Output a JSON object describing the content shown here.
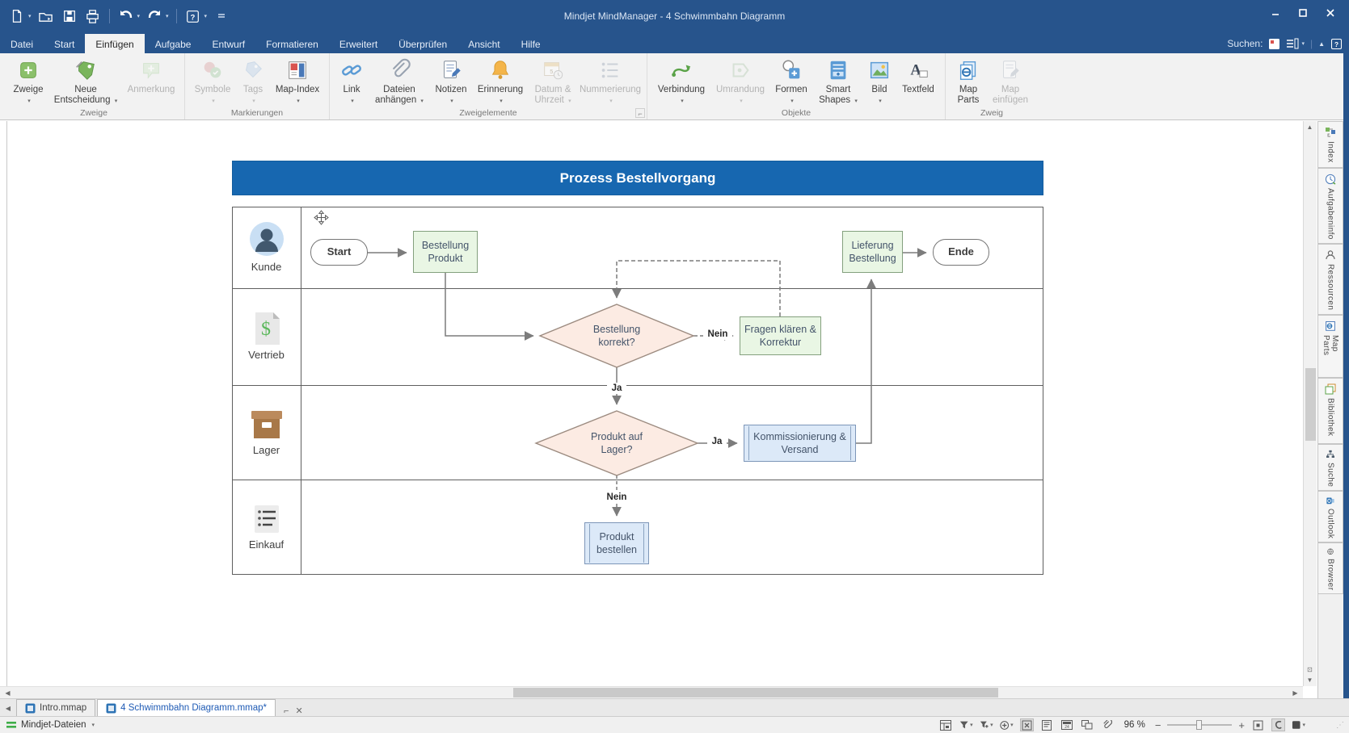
{
  "titlebar": {
    "title": "Mindjet MindManager - 4 Schwimmbahn Diagramm"
  },
  "menubar": {
    "tabs": [
      {
        "label": "Datei",
        "active": false
      },
      {
        "label": "Start",
        "active": false
      },
      {
        "label": "Einfügen",
        "active": true
      },
      {
        "label": "Aufgabe",
        "active": false
      },
      {
        "label": "Entwurf",
        "active": false
      },
      {
        "label": "Formatieren",
        "active": false
      },
      {
        "label": "Erweitert",
        "active": false
      },
      {
        "label": "Überprüfen",
        "active": false
      },
      {
        "label": "Ansicht",
        "active": false
      },
      {
        "label": "Hilfe",
        "active": false
      }
    ],
    "search_label": "Suchen:"
  },
  "ribbon": {
    "groups": [
      {
        "label": "Zweige",
        "buttons": [
          {
            "label": "Zweige",
            "icon": "branch-add-icon",
            "arrow": true,
            "disabled": false
          },
          {
            "label": "Neue Entscheidung",
            "icon": "new-decision-icon",
            "arrow": true,
            "disabled": false
          },
          {
            "label": "Anmerkung",
            "icon": "annotation-icon",
            "arrow": false,
            "disabled": true
          }
        ]
      },
      {
        "label": "Markierungen",
        "buttons": [
          {
            "label": "Symbole",
            "icon": "symbols-icon",
            "arrow": true,
            "disabled": true
          },
          {
            "label": "Tags",
            "icon": "tags-icon",
            "arrow": true,
            "disabled": true
          },
          {
            "label": "Map-Index",
            "icon": "map-index-icon",
            "arrow": true,
            "disabled": false
          }
        ]
      },
      {
        "label": "Zweigelemente",
        "buttons": [
          {
            "label": "Link",
            "icon": "link-icon",
            "arrow": true,
            "disabled": false
          },
          {
            "label": "Dateien anhängen",
            "icon": "attach-files-icon",
            "arrow": true,
            "disabled": false
          },
          {
            "label": "Notizen",
            "icon": "notes-icon",
            "arrow": true,
            "disabled": false
          },
          {
            "label": "Erinnerung",
            "icon": "reminder-icon",
            "arrow": true,
            "disabled": false
          },
          {
            "label": "Datum & Uhrzeit",
            "icon": "date-time-icon",
            "arrow": true,
            "disabled": true
          },
          {
            "label": "Nummerierung",
            "icon": "numbering-icon",
            "arrow": true,
            "disabled": true
          }
        ]
      },
      {
        "label": "Objekte",
        "buttons": [
          {
            "label": "Verbindung",
            "icon": "connection-icon",
            "arrow": true,
            "disabled": false
          },
          {
            "label": "Umrandung",
            "icon": "boundary-icon",
            "arrow": true,
            "disabled": true
          },
          {
            "label": "Formen",
            "icon": "shapes-icon",
            "arrow": true,
            "disabled": false
          },
          {
            "label": "Smart Shapes",
            "icon": "smart-shapes-icon",
            "arrow": true,
            "disabled": false
          },
          {
            "label": "Bild",
            "icon": "image-icon",
            "arrow": true,
            "disabled": false
          },
          {
            "label": "Textfeld",
            "icon": "text-field-icon",
            "arrow": false,
            "disabled": false
          }
        ]
      },
      {
        "label": "Zweig",
        "buttons": [
          {
            "label": "Map Parts",
            "icon": "map-parts-icon",
            "arrow": false,
            "disabled": false
          },
          {
            "label": "Map einfügen",
            "icon": "insert-map-icon",
            "arrow": false,
            "disabled": true
          }
        ]
      }
    ]
  },
  "diagram": {
    "title": "Prozess Bestellvorgang",
    "lanes": [
      {
        "label": "Kunde",
        "icon": "customer-avatar-icon"
      },
      {
        "label": "Vertrieb",
        "icon": "sales-document-icon"
      },
      {
        "label": "Lager",
        "icon": "warehouse-box-icon"
      },
      {
        "label": "Einkauf",
        "icon": "purchase-list-icon"
      }
    ],
    "nodes": {
      "start": {
        "label": "Start",
        "type": "terminator"
      },
      "bestellung_produkt": {
        "label": "Bestellung Produkt",
        "type": "process"
      },
      "bestellung_korrekt": {
        "label": "Bestellung korrekt?",
        "type": "decision"
      },
      "fragen_klaeren": {
        "label": "Fragen klären & Korrektur",
        "type": "process"
      },
      "produkt_auf_lager": {
        "label": "Produkt auf Lager?",
        "type": "decision"
      },
      "kommissionierung": {
        "label": "Kommissionierung & Versand",
        "type": "subprocess"
      },
      "produkt_bestellen": {
        "label": "Produkt bestellen",
        "type": "subprocess"
      },
      "lieferung_bestellung": {
        "label": "Lieferung Bestellung",
        "type": "process"
      },
      "ende": {
        "label": "Ende",
        "type": "terminator"
      }
    },
    "edge_labels": {
      "korrekt_nein": "Nein",
      "korrekt_ja": "Ja",
      "lager_ja": "Ja",
      "lager_nein": "Nein"
    }
  },
  "sidebar": {
    "tabs": [
      {
        "label": "Index",
        "icon": "index-icon"
      },
      {
        "label": "Aufgabeninfo",
        "icon": "task-info-icon"
      },
      {
        "label": "Ressourcen",
        "icon": "resources-icon"
      },
      {
        "label": "Map Parts",
        "icon": "map-parts-panel-icon"
      },
      {
        "label": "Bibliothek",
        "icon": "library-icon"
      },
      {
        "label": "Suche",
        "icon": "search-panel-icon"
      },
      {
        "label": "Outlook",
        "icon": "outlook-icon"
      },
      {
        "label": "Browser",
        "icon": "browser-icon"
      }
    ]
  },
  "doc_tabs": [
    {
      "label": "Intro.mmap",
      "active": false
    },
    {
      "label": "4 Schwimmbahn Diagramm.mmap*",
      "active": true
    }
  ],
  "statusbar": {
    "files_button": "Mindjet-Dateien",
    "zoom_level": "96 %"
  },
  "colors": {
    "titlebar_blue": "#27548c",
    "banner_blue": "#1767b0",
    "node_green": "#e9f6e4",
    "node_pink": "#fcebe3",
    "node_blue": "#dce9f8",
    "active_tab_text": "#1f5bb5"
  }
}
